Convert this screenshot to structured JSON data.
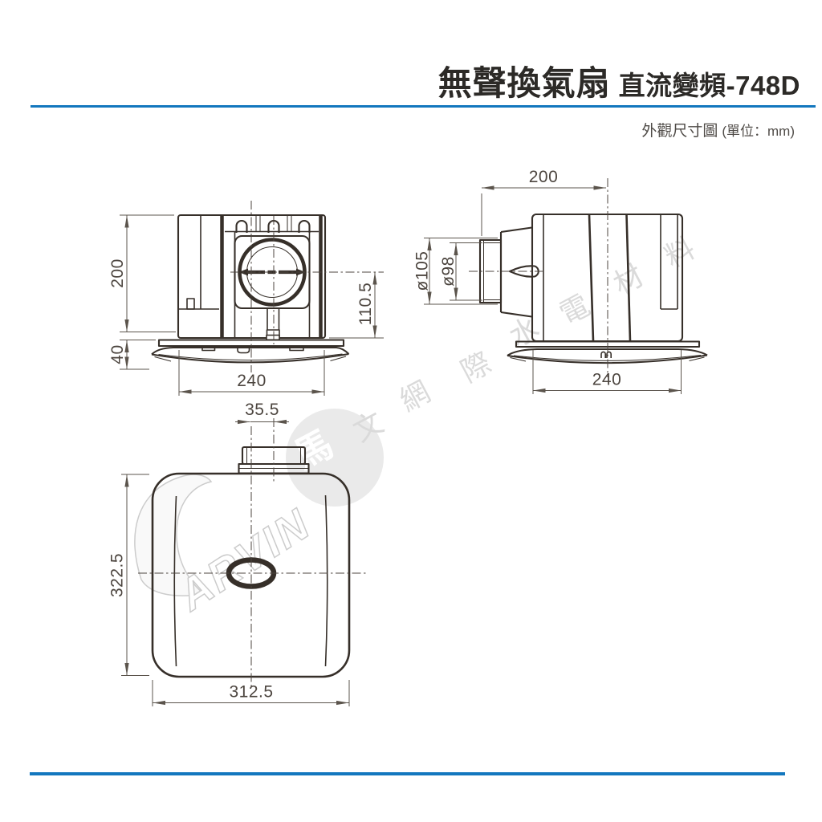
{
  "header": {
    "title": "無聲換氣扇",
    "subtitle": "直流變頻-748D",
    "caption": "外觀尺寸圖",
    "caption_unit": "(單位：mm)"
  },
  "drawing": {
    "front_view": {
      "height": "200",
      "cover_depth": "40",
      "width": "240",
      "center_to_ceiling": "110.5"
    },
    "side_view": {
      "body_depth": "200",
      "duct_outer_dia": "ø105",
      "duct_inner_dia": "ø98",
      "width": "240"
    },
    "bottom_view": {
      "duct_offset": "35.5",
      "height": "322.5",
      "width": "312.5"
    }
  },
  "watermark": {
    "badge_char": "馬",
    "chars": [
      "文",
      "網",
      "際",
      "水",
      "電",
      "材",
      "料"
    ],
    "logo_text": "ARVIN"
  },
  "colors": {
    "accent_blue": "#1377be",
    "line_dark": "#362f29",
    "dim_gray": "#5b544c"
  }
}
